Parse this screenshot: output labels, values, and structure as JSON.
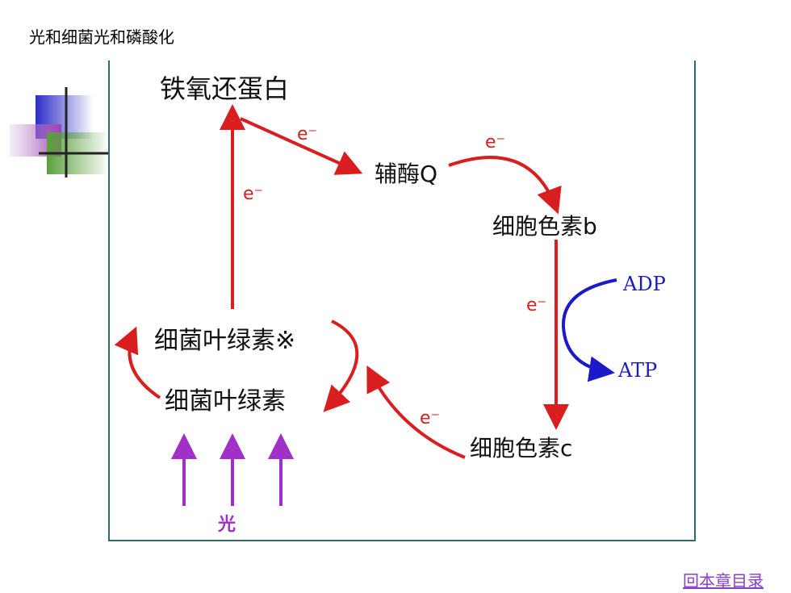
{
  "slide": {
    "title": "光和细菌光和磷酸化"
  },
  "diagram": {
    "nodes": {
      "ferredoxin": "铁氧还蛋白",
      "coenzyme_q": "辅酶Q",
      "cyt_b": "细胞色素b",
      "cyt_c": "细胞色素c",
      "bchl_excited": "细菌叶绿素※",
      "bchl": "细菌叶绿素"
    },
    "electron": "e⁻",
    "adp": "ADP",
    "atp": "ATP",
    "light": "光"
  },
  "colors": {
    "flow_arrow": "#d81e1e",
    "atp_arrow": "#1a1ac8",
    "light_arrow": "#a030c8",
    "frame": "#2c6e6e",
    "link": "#8a3fc7"
  },
  "footer": {
    "back_link": "回本章目录"
  }
}
